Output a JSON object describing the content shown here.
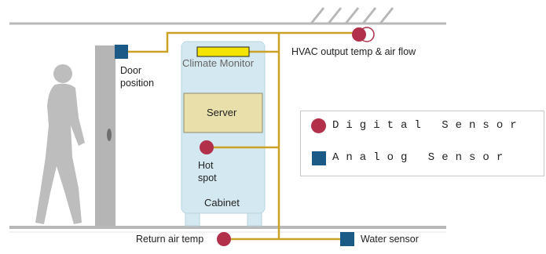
{
  "colors": {
    "wire": "#c9a227",
    "digital_sensor": "#b3304a",
    "analog_sensor": "#1b5a86",
    "cabinet": "#d3e8f0",
    "server": "#e8dfaa",
    "climate_monitor": "#f4e400",
    "wall": "#b8b8b8",
    "person": "#bdbdbd"
  },
  "labels": {
    "door_position": "Door\nposition",
    "climate_monitor": "Climate Monitor",
    "server": "Server",
    "hot_spot": "Hot\nspot",
    "cabinet": "Cabinet",
    "hvac": "HVAC output temp & air flow",
    "return_air": "Return air temp",
    "water_sensor": "Water sensor"
  },
  "legend": {
    "digital": "Digital Sensor",
    "analog": "Analog Sensor"
  },
  "icons": [
    "person-silhouette",
    "digital-sensor-icon",
    "analog-sensor-icon"
  ]
}
